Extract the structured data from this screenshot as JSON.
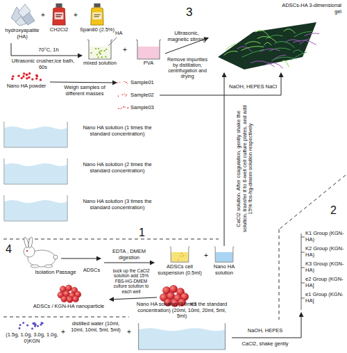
{
  "diagram": {
    "nodes": [
      {
        "text": [
          "hydroxyapatite (HA)"
        ]
      },
      {
        "text": [
          "CH2Cl2"
        ]
      },
      {
        "text": [
          "Span80 (2.5%)"
        ]
      },
      {
        "text": [
          "mixed solution"
        ]
      },
      {
        "text": [
          "PVA"
        ]
      },
      {
        "text": [
          "ADSCs-HA 3-dimensional gel"
        ]
      },
      {
        "text": [
          "Nano HA powder"
        ]
      },
      {
        "text": [
          "Sample01"
        ]
      },
      {
        "text": [
          "Sample02"
        ]
      },
      {
        "text": [
          "Sample03"
        ]
      },
      {
        "text": [
          "Nano HA solution (1 times the standard concentration)"
        ]
      },
      {
        "text": [
          "Nano HA solution (2 times the standard concentration)"
        ]
      },
      {
        "text": [
          "Nano HA solution (3 times the standard concentration)"
        ]
      },
      {
        "text": [
          "ADSCs cell suspension (0.5ml)"
        ]
      },
      {
        "text": [
          "Nano HA solution"
        ]
      },
      {
        "text": [
          "ADSCs / KGN-HA nanoparticle"
        ]
      },
      {
        "text": [
          "K3"
        ]
      },
      {
        "text": [
          "(1.5g, 1.0g, 3.0g, 1.0g, 0)KGN"
        ]
      },
      {
        "text": [
          "Nano HA solution (3 times the standard concentration) (20ml, 10ml, 20ml, 5ml, 5ml)"
        ]
      }
    ],
    "edges": [
      {
        "from": 0,
        "to": 3,
        "arrow": "to",
        "label": "70°C, 1h"
      },
      {
        "from": 4,
        "to": 5,
        "arrow": "to",
        "label": "Ultrasonic, magnetic stirring"
      },
      {
        "from": 6,
        "to": 7,
        "arrow": "to",
        "label": "Weigh samples of different masses"
      },
      {
        "from": 8,
        "to": 5,
        "arrow": "to",
        "label": "NaOH, HEPES NaCl"
      },
      {
        "from": 14,
        "to": 5,
        "arrow": "to",
        "label": "CaCl2 solution. After coagulation, gently shake the solution, transfer it to 6-well cell culture plates, and add 15% fbs-hg-dmem solution respectively"
      },
      {
        "from": 16,
        "to": 15,
        "arrow": "to",
        "label": "suck up the CaCl2 solution add 15% FBS-HG-DMEM culture solution to each well"
      }
    ],
    "labels": [
      "3",
      "+",
      "+",
      "HA",
      "Ultrasonic crusher,ice bath, 60s",
      "+",
      "Remove impurities by distillation, centrifugation and drying",
      "1",
      "4",
      "Isolation Passage",
      "ADSCs",
      "EDTA , DMEM digestion",
      "+",
      "2",
      "K1 Group (KGN-HA)",
      "K2 Group (KGN-HA)",
      "K3 Group (KGN-HA)",
      "e2 Group (KGN-HA]",
      "e1 Group (KGN-HA]",
      "distilled water (10ml, 10ml, 10ml, 5ml, 5ml)",
      "+",
      "+",
      "NaOH, HEPES",
      "CaCl2, shake gently"
    ]
  }
}
